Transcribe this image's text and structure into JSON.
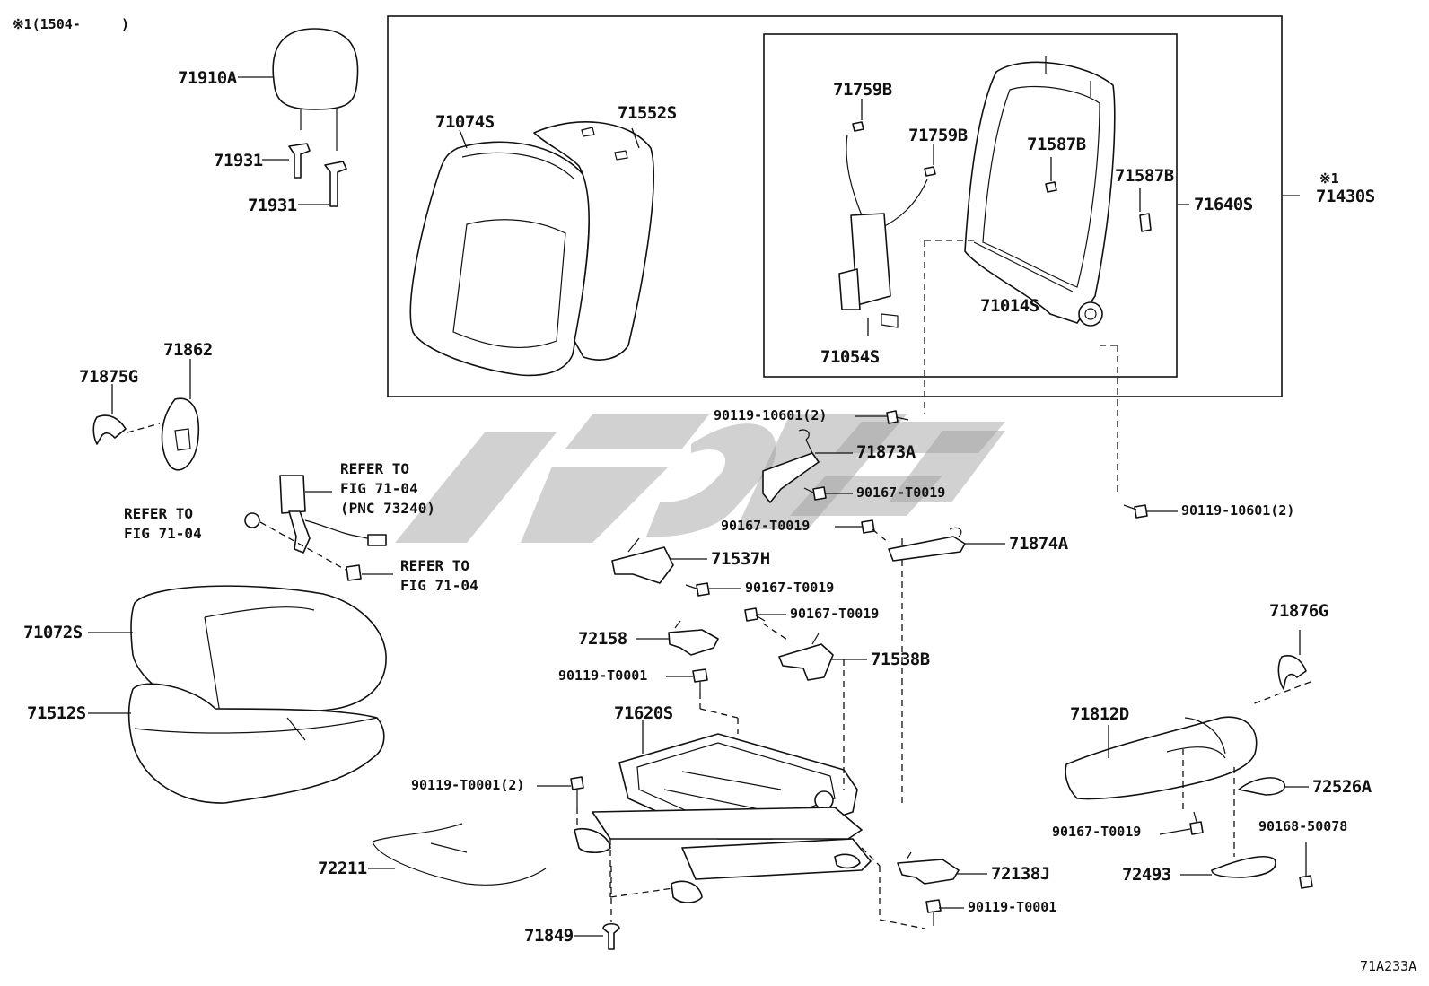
{
  "header": {
    "note": "※1(1504-     )"
  },
  "corner_ref": "71A233A",
  "labels": {
    "l71910A": "71910A",
    "l71931a": "71931",
    "l71931b": "71931",
    "l71074S": "71074S",
    "l71552S": "71552S",
    "l71759Ba": "71759B",
    "l71759Bb": "71759B",
    "l71587Ba": "71587B",
    "l71587Bb": "71587B",
    "l71640S": "71640S",
    "l71430S": "71430S",
    "l71430S_note": "※1",
    "l71014S": "71014S",
    "l71054S": "71054S",
    "l71862": "71862",
    "l71875G": "71875G",
    "l90119_10601_a": "90119-10601(2)",
    "l90119_10601_b": "90119-10601(2)",
    "l71873A": "71873A",
    "l90167_a": "90167-T0019",
    "l90167_b": "90167-T0019",
    "l90167_c": "90167-T0019",
    "l90167_d": "90167-T0019",
    "l90167_e": "90167-T0019",
    "l71874A": "71874A",
    "l71537H": "71537H",
    "l72158": "72158",
    "l71538B": "71538B",
    "l90119_T0001_a": "90119-T0001",
    "l90119_T0001_b": "90119-T0001(2)",
    "l90119_T0001_c": "90119-T0001",
    "l71620S": "71620S",
    "l71072S": "71072S",
    "l71512S": "71512S",
    "l72211": "72211",
    "l71849": "71849",
    "l72138J": "72138J",
    "l71876G": "71876G",
    "l71812D": "71812D",
    "l72526A": "72526A",
    "l90168_50078": "90168-50078",
    "l72493": "72493"
  },
  "refs": {
    "belt": "REFER TO\nFIG 71-04\n(PNC 73240)",
    "bolt": "REFER TO\nFIG 71-04",
    "anchor": "REFER TO\nFIG 71-04"
  }
}
